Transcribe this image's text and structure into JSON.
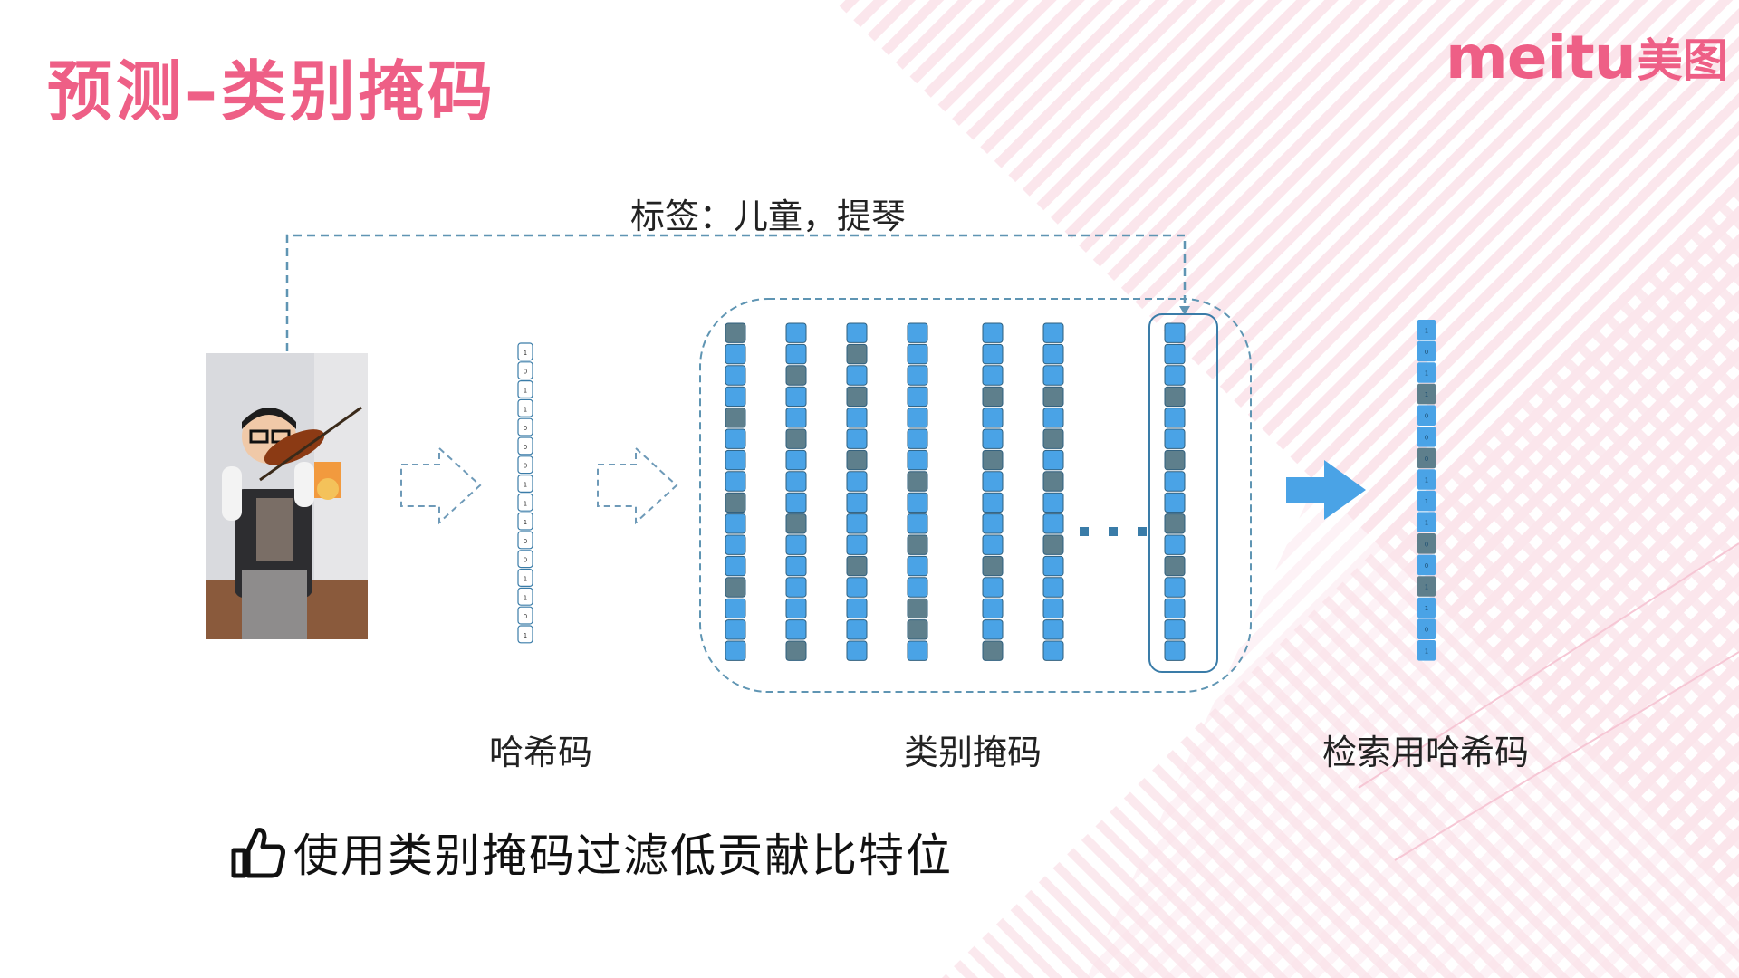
{
  "slide": {
    "title": "预测–类别掩码",
    "logo_latin": "meitu",
    "logo_cjk": "美图",
    "tag_label": "标签：儿童，提琴",
    "caption_hash": "哈希码",
    "caption_mask": "类别掩码",
    "caption_search_hash": "检索用哈希码",
    "footnote": "使用类别掩码过滤低贡献比特位",
    "colors": {
      "accent": "#ee5f86",
      "cell_active": "#4aa3e6",
      "cell_masked": "#5e7f8c",
      "outline": "#3a7ca8",
      "dash": "#5f95b3"
    }
  },
  "hash_code": {
    "bits": [
      "1",
      "0",
      "1",
      "1",
      "0",
      "0",
      "0",
      "1",
      "1",
      "1",
      "0",
      "0",
      "1",
      "1",
      "0",
      "1"
    ]
  },
  "category_masks": {
    "ellipsis": "...",
    "columns": [
      [
        1,
        0,
        0,
        0,
        1,
        0,
        0,
        0,
        1,
        0,
        0,
        0,
        1,
        0,
        0,
        0
      ],
      [
        0,
        0,
        1,
        0,
        0,
        1,
        0,
        0,
        0,
        1,
        0,
        0,
        0,
        0,
        0,
        1
      ],
      [
        0,
        1,
        0,
        1,
        0,
        0,
        1,
        0,
        0,
        0,
        0,
        1,
        0,
        0,
        0,
        0
      ],
      [
        0,
        0,
        0,
        0,
        0,
        0,
        0,
        1,
        0,
        0,
        1,
        0,
        0,
        1,
        1,
        0
      ],
      [
        0,
        0,
        0,
        1,
        0,
        0,
        1,
        0,
        0,
        0,
        0,
        1,
        0,
        0,
        0,
        1
      ],
      [
        0,
        0,
        0,
        1,
        0,
        1,
        0,
        1,
        0,
        0,
        1,
        0,
        0,
        0,
        0,
        0
      ],
      [
        0,
        0,
        0,
        1,
        0,
        0,
        1,
        0,
        0,
        1,
        0,
        1,
        0,
        0,
        0,
        0
      ]
    ]
  },
  "search_hash": {
    "bits": [
      "1",
      "0",
      "1",
      "1",
      "0",
      "0",
      "0",
      "1",
      "1",
      "1",
      "0",
      "0",
      "1",
      "1",
      "0",
      "1"
    ],
    "masked": [
      0,
      0,
      0,
      1,
      0,
      0,
      1,
      0,
      0,
      0,
      1,
      0,
      1,
      0,
      0,
      0
    ]
  }
}
